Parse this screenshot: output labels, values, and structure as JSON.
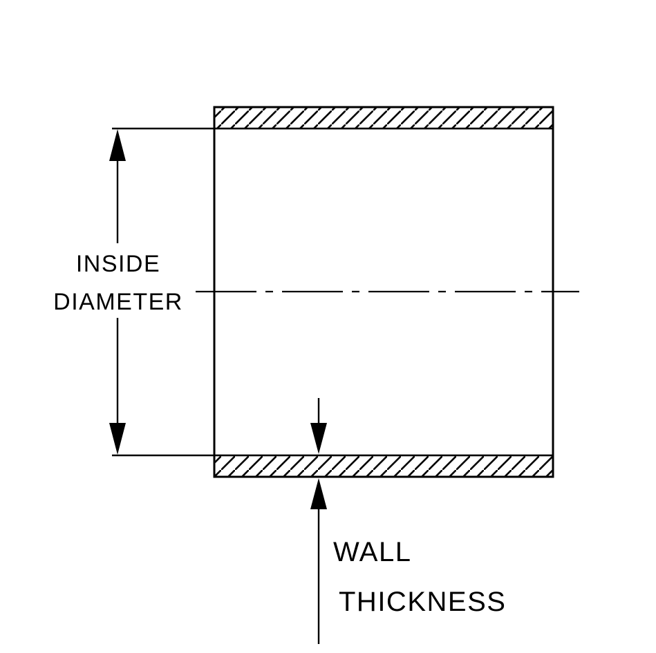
{
  "diagram": {
    "title": "Hose coupler cross-section dimension diagram",
    "labels": {
      "inside_diameter_line1": "INSIDE",
      "inside_diameter_line2": "DIAMETER",
      "wall_thickness_line1": "WALL",
      "wall_thickness_line2": "THICKNESS"
    },
    "colors": {
      "line": "#000000",
      "background": "#ffffff"
    }
  }
}
